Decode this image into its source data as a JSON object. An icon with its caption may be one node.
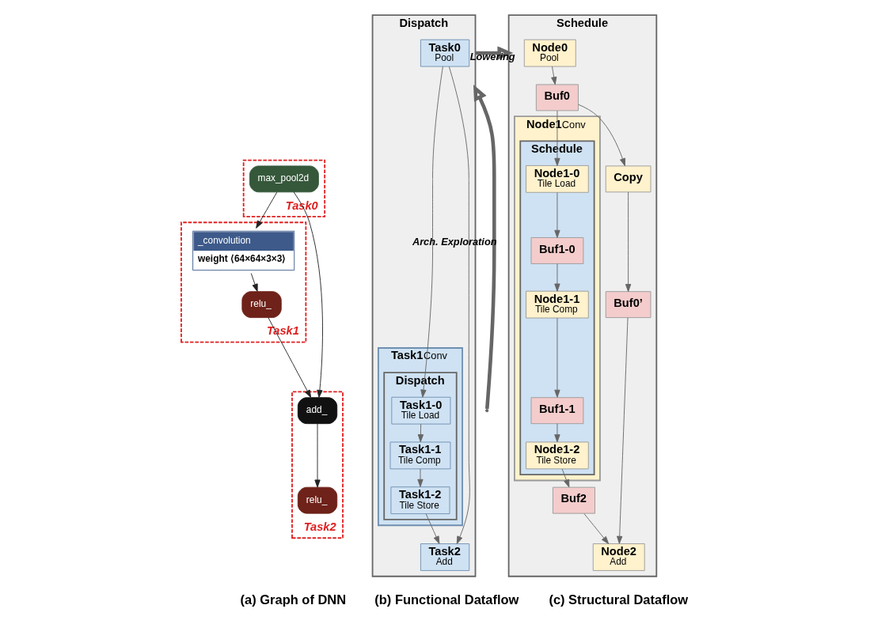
{
  "diagram": {
    "nodes": [
      {
        "text": [
          "Task0"
        ]
      },
      {
        "text": [
          "max_pool2d"
        ],
        "in": 0
      },
      {
        "text": [
          "Task1"
        ]
      },
      {
        "text": [
          "_convolution",
          "weight ⟨64×64×3×3⟩"
        ],
        "in": 2
      },
      {
        "text": [
          "relu_"
        ],
        "in": 2
      },
      {
        "text": [
          "Task2"
        ]
      },
      {
        "text": [
          "add_"
        ],
        "in": 5
      },
      {
        "text": [
          "relu_"
        ],
        "in": 5
      },
      {
        "text": [
          "Dispatch"
        ]
      },
      {
        "text": [
          "Task0",
          "Pool"
        ],
        "in": 8
      },
      {
        "text": [
          "Task1",
          "Conv"
        ],
        "in": 8
      },
      {
        "text": [
          "Dispatch"
        ],
        "in": 10
      },
      {
        "text": [
          "Task1-0",
          "Tile Load"
        ],
        "in": 11
      },
      {
        "text": [
          "Task1-1",
          "Tile Comp"
        ],
        "in": 11
      },
      {
        "text": [
          "Task1-2",
          "Tile Store"
        ],
        "in": 11
      },
      {
        "text": [
          "Task2",
          "Add"
        ],
        "in": 8
      },
      {
        "text": [
          "Schedule"
        ]
      },
      {
        "text": [
          "Node0",
          "Pool"
        ],
        "in": 16
      },
      {
        "text": [
          "Node1",
          "Conv"
        ],
        "in": 16
      },
      {
        "text": [
          "Schedule"
        ],
        "in": 18
      },
      {
        "text": [
          "Node1-0",
          "Tile Load"
        ],
        "in": 19
      },
      {
        "text": [
          "Buf1-0"
        ],
        "in": 19
      },
      {
        "text": [
          "Node1-1",
          "Tile Comp"
        ],
        "in": 19
      },
      {
        "text": [
          "Buf1-1"
        ],
        "in": 19
      },
      {
        "text": [
          "Node1-2",
          "Tile Store"
        ],
        "in": 19
      },
      {
        "text": [
          "Buf0"
        ],
        "in": 16
      },
      {
        "text": [
          "Copy"
        ],
        "in": 16
      },
      {
        "text": [
          "Buf0’"
        ],
        "in": 16
      },
      {
        "text": [
          "Node2",
          "Add"
        ],
        "in": 16
      },
      {
        "text": [
          "Buf2"
        ],
        "in": 16
      }
    ],
    "edges": [
      {
        "from": 1,
        "to": 3,
        "arrow": "to",
        "color": "#222222"
      },
      {
        "from": 1,
        "to": 6,
        "arrow": "to",
        "color": "#222222"
      },
      {
        "from": 3,
        "to": 4,
        "arrow": "to",
        "color": "#222222"
      },
      {
        "from": 4,
        "to": 6,
        "arrow": "to",
        "color": "#222222"
      },
      {
        "from": 6,
        "to": 7,
        "arrow": "to",
        "color": "#222222"
      },
      {
        "from": null,
        "to": 8,
        "arrow": "to",
        "label": "Arch. Exploration",
        "style": "thick"
      },
      {
        "from": 8,
        "to": 16,
        "arrow": "to",
        "label": "Lowering",
        "style": "thick"
      },
      {
        "from": 9,
        "to": 12,
        "arrow": "to"
      },
      {
        "from": 9,
        "to": 15,
        "arrow": "to"
      },
      {
        "from": 12,
        "to": 13,
        "arrow": "to"
      },
      {
        "from": 13,
        "to": 14,
        "arrow": "to"
      },
      {
        "from": 14,
        "to": 15,
        "arrow": "to"
      },
      {
        "from": 17,
        "to": 25,
        "arrow": "to"
      },
      {
        "from": 25,
        "to": 20,
        "arrow": "to"
      },
      {
        "from": 25,
        "to": 26,
        "arrow": "to"
      },
      {
        "from": 26,
        "to": 27,
        "arrow": "to"
      },
      {
        "from": 27,
        "to": 28,
        "arrow": "to"
      },
      {
        "from": 20,
        "to": 21,
        "arrow": "to"
      },
      {
        "from": 21,
        "to": 22,
        "arrow": "to"
      },
      {
        "from": 22,
        "to": 23,
        "arrow": "to"
      },
      {
        "from": 23,
        "to": 24,
        "arrow": "to"
      },
      {
        "from": 24,
        "to": 29,
        "arrow": "to"
      },
      {
        "from": 29,
        "to": 28,
        "arrow": "to"
      }
    ],
    "labels": [
      "(a) Graph of DNN",
      "(b) Functional Dataflow",
      "(c) Structural Dataflow"
    ]
  }
}
